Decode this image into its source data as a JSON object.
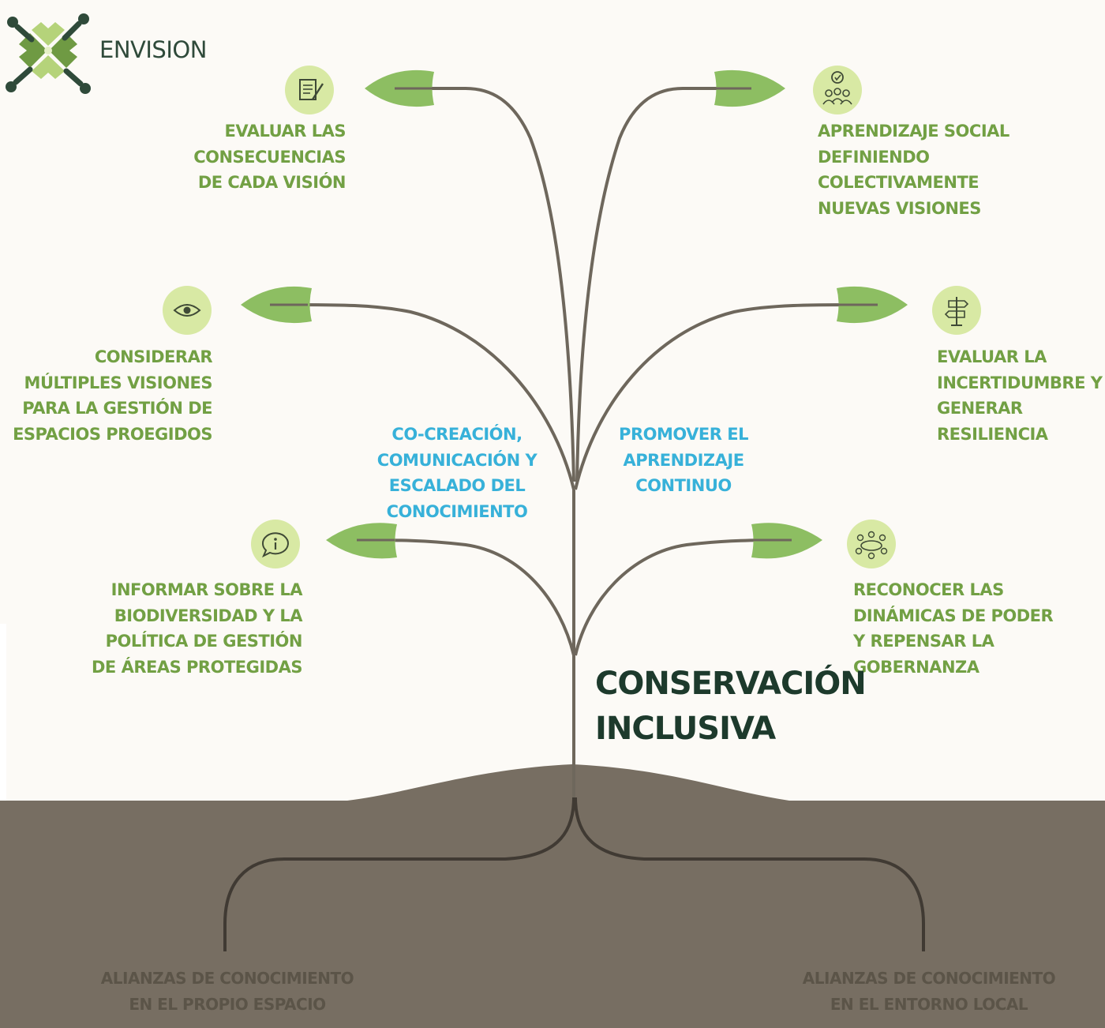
{
  "logo": {
    "name": "ENVISION"
  },
  "center_title": {
    "line1": "CONSERVACIÓN",
    "line2": "INCLUSIVA"
  },
  "branches_left": [
    {
      "icon": "document-pen-icon",
      "text": "EVALUAR LAS\nCONSECUENCIAS\nDE CADA VISIÓN"
    },
    {
      "icon": "eye-icon",
      "text": "CONSIDERAR\nMÚLTIPLES VISIONES\nPARA LA GESTIÓN DE\nESPACIOS PROEGIDOS"
    },
    {
      "icon": "info-bubble-icon",
      "text": "INFORMAR SOBRE LA\nBIODIVERSIDAD Y LA\nPOLÍTICA DE GESTIÓN\nDE ÁREAS PROTEGIDAS"
    }
  ],
  "branches_right": [
    {
      "icon": "group-discussion-icon",
      "text": "APRENDIZAJE SOCIAL\nDEFINIENDO\nCOLECTIVAMENTE\nNUEVAS VISIONES"
    },
    {
      "icon": "signpost-icon",
      "text": "EVALUAR LA\nINCERTIDUMBRE Y\nGENERAR\nRESILIENCIA"
    },
    {
      "icon": "round-table-icon",
      "text": "RECONOCER LAS\nDINÁMICAS DE PODER\nY REPENSAR LA\nGOBERNANZA"
    }
  ],
  "trunk_labels": {
    "left": "CO-CREACIÓN,\nCOMUNICACIÓN Y\nESCALADO DEL\nCONOCIMIENTO",
    "right": "PROMOVER EL\nAPRENDIZAJE\nCONTINUO"
  },
  "roots": {
    "left": "ALIANZAS DE CONOCIMIENTO\nEN EL PROPIO ESPACIO",
    "right": "ALIANZAS DE CONOCIMIENTO\nEN EL ENTORNO LOCAL"
  },
  "colors": {
    "background": "#fcfaf6",
    "soil": "#776e62",
    "stem": "#6e675c",
    "leaf": "#8dbe62",
    "icon_circle": "#d8e9a4",
    "label_green": "#72a044",
    "label_blue": "#37b1d9",
    "title": "#1d3a2c",
    "root_text": "#5b5448"
  }
}
